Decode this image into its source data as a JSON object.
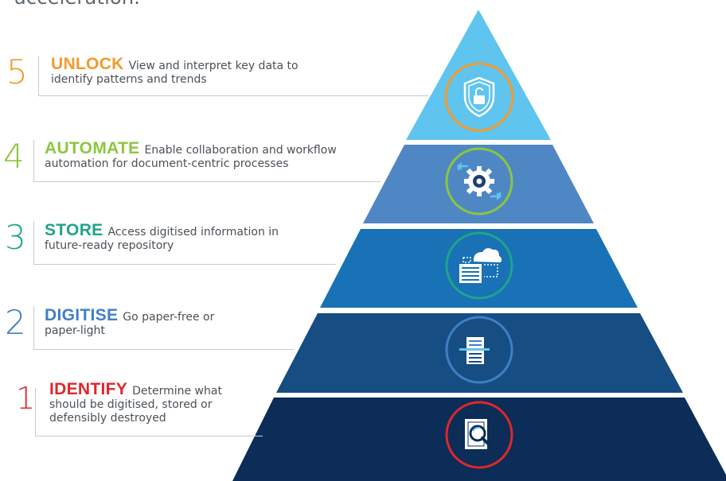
{
  "intro_fragment": "acceleration.",
  "colors": {
    "unlock": "#f39a2d",
    "automate": "#8cc63f",
    "store": "#1fa48a",
    "digitise": "#3f7fc7",
    "identify": "#e0262c"
  },
  "steps": [
    {
      "number": "5",
      "keyword": "UNLOCK",
      "text": "View and interpret key data to identify patterns and trends",
      "icon": "shield-lock-icon"
    },
    {
      "number": "4",
      "keyword": "AUTOMATE",
      "text": "Enable collaboration and workflow automation for document-centric processes",
      "icon": "gear-cycle-icon"
    },
    {
      "number": "3",
      "keyword": "STORE",
      "text": "Access digitised information in future-ready repository",
      "icon": "cloud-storage-icon"
    },
    {
      "number": "2",
      "keyword": "DIGITISE",
      "text": "Go paper-free or paper-light",
      "icon": "document-scan-icon"
    },
    {
      "number": "1",
      "keyword": "IDENTIFY",
      "text": "Determine what should be digitised, stored or defensibly destroyed",
      "icon": "document-search-icon"
    }
  ]
}
